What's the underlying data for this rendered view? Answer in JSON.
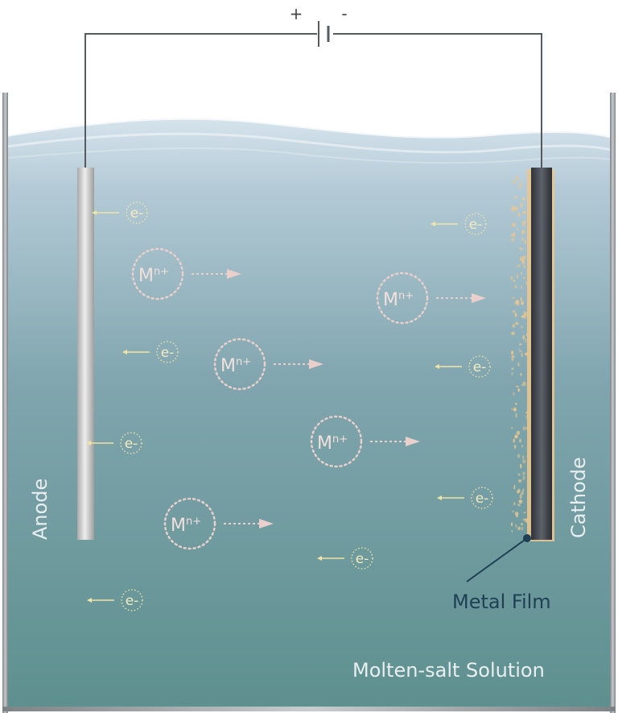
{
  "circuit": {
    "plus_label": "+",
    "minus_label": "-"
  },
  "labels": {
    "anode": "Anode",
    "cathode": "Cathode",
    "metal_film": "Metal Film",
    "solution": "Molten-salt Solution",
    "ion": "M",
    "ion_charge": "n+",
    "electron": "e-"
  },
  "colors": {
    "solution_top": "#dbe6ee",
    "solution_mid": "#7ea3ad",
    "solution_bottom": "#5f9190",
    "anode": "#d4d4d4",
    "cathode": "#4a4d55",
    "metal_film": "#e8c690",
    "wire": "#555a5e",
    "electron": "#efe4a8",
    "ion": "#ead0cc",
    "label": "#e9eef0",
    "pointer": "#1f3f55"
  }
}
